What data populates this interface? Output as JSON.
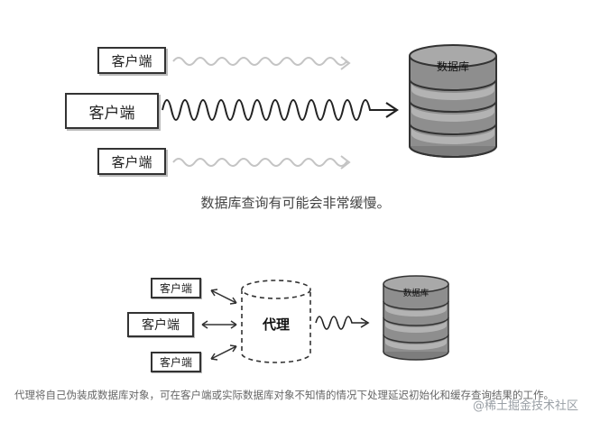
{
  "top": {
    "clients": [
      "客户端",
      "客户端",
      "客户端"
    ],
    "database_label": "数据库",
    "caption": "数据库查询有可能会非常缓慢。"
  },
  "bottom": {
    "clients": [
      "客户端",
      "客户端",
      "客户端"
    ],
    "proxy_label": "代理",
    "database_label": "数据库",
    "caption": "代理将自己伪装成数据库对象，可在客户端或实际数据库对象不知情的情况下处理延迟初始化和缓存查询结果的工作。"
  },
  "watermark": "@稀土掘金技术社区",
  "colors": {
    "db_fill": "#8e8e8e",
    "db_band": "#b5b5b5",
    "stroke": "#333333",
    "faint_wave": "#bdbdbd"
  }
}
